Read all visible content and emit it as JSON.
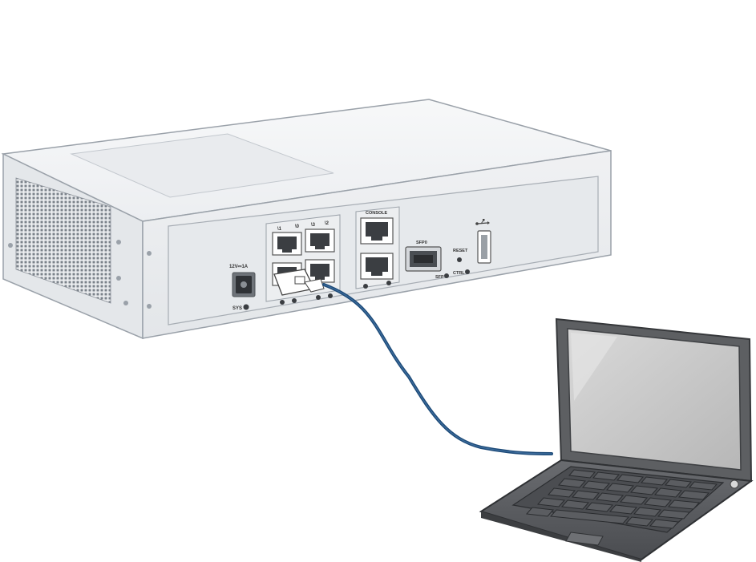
{
  "device": {
    "power_label": "12V⎓1A",
    "sys_label": "SYS",
    "console_label": "CONSOLE",
    "sfp_label": "SFP0",
    "reset_label": "RESET",
    "sfp_led_label": "SFP",
    "ctrl_label": "CTRL",
    "port_labels": [
      "\\1",
      "\\0",
      "\\3",
      "\\2"
    ]
  },
  "colors": {
    "chassis": "#f2f3f5",
    "chassis_outline": "#9aa1a9",
    "cable": "#1d4a78",
    "laptop_body": "#5d5f62",
    "laptop_screen": "#c9c9c9"
  },
  "icons": [
    "usb-icon"
  ]
}
